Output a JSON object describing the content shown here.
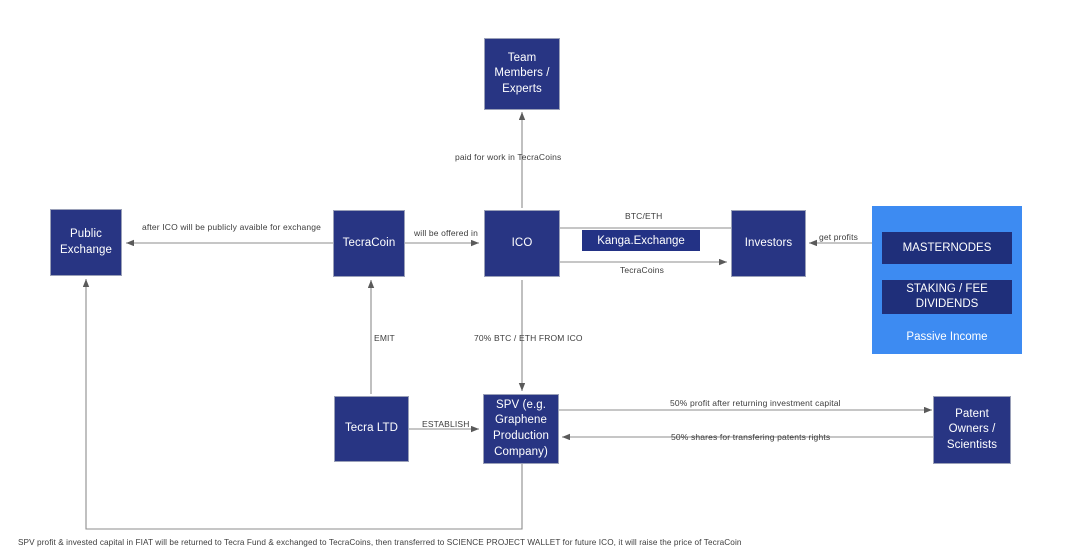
{
  "diagram": {
    "title_clipped": "",
    "colors": {
      "node_fill": "#283583",
      "node_stroke": "#9aa0b8",
      "panel_fill": "#3d8bf2",
      "panel_box_fill": "#1f2f7a",
      "chip_fill": "#233285",
      "edge_stroke": "#7a7a7a",
      "label_text": "#3d3d3d",
      "background": "#ffffff"
    },
    "nodes": [
      {
        "id": "team",
        "label": "Team Members / Experts"
      },
      {
        "id": "public",
        "label": "Public Exchange"
      },
      {
        "id": "tecracoin",
        "label": "TecraCoin"
      },
      {
        "id": "ico",
        "label": "ICO"
      },
      {
        "id": "investors",
        "label": "Investors"
      },
      {
        "id": "tecraltd",
        "label": "Tecra LTD"
      },
      {
        "id": "spv",
        "label": "SPV (e.g. Graphene Production Company)"
      },
      {
        "id": "patent",
        "label": "Patent Owners / Scientists"
      }
    ],
    "chips": [
      {
        "id": "kanga",
        "label": "Kanga.Exchange"
      }
    ],
    "passive_income_panel": {
      "boxes": [
        {
          "id": "masternodes",
          "label": "MASTERNODES"
        },
        {
          "id": "staking",
          "label": "STAKING / FEE DIVIDENDS"
        }
      ],
      "caption": "Passive Income"
    },
    "edge_labels": [
      {
        "id": "paid-for-work",
        "text": "paid for work in TecraCoins"
      },
      {
        "id": "after-ico",
        "text": "after ICO will be publicly avaible for exchange"
      },
      {
        "id": "will-be-offered",
        "text": "will be offered in"
      },
      {
        "id": "btc-eth",
        "text": "BTC/ETH"
      },
      {
        "id": "tecracoins",
        "text": "TecraCoins"
      },
      {
        "id": "get-profits",
        "text": "get profits"
      },
      {
        "id": "emit",
        "text": "EMIT"
      },
      {
        "id": "seventy-percent",
        "text": "70% BTC / ETH FROM ICO"
      },
      {
        "id": "establish",
        "text": "ESTABLISH"
      },
      {
        "id": "fifty-profit",
        "text": "50% profit after returning investment capital"
      },
      {
        "id": "fifty-shares",
        "text": "50% shares for transfering patents rights"
      }
    ],
    "footnote": "SPV profit & invested capital in FIAT will be returned to Tecra Fund & exchanged to TecraCoins, then transferred to SCIENCE PROJECT WALLET for future ICO, it will raise the price of TecraCoin"
  }
}
